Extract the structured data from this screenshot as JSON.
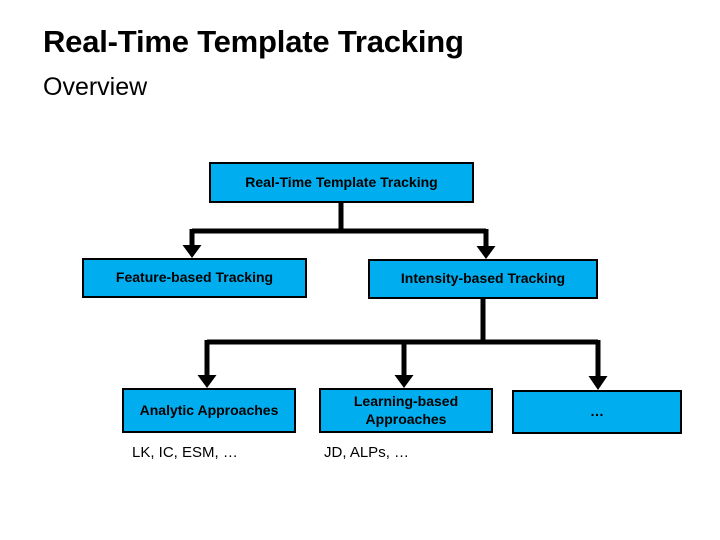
{
  "slide": {
    "title": "Real-Time Template Tracking",
    "subtitle": "Overview"
  },
  "diagram": {
    "nodes": {
      "root": {
        "label": "Real-Time Template Tracking"
      },
      "feature": {
        "label": "Feature-based Tracking"
      },
      "intensity": {
        "label": "Intensity-based Tracking"
      },
      "analytic": {
        "label": "Analytic Approaches",
        "note": "LK, IC, ESM, …"
      },
      "learning": {
        "label": "Learning-based Approaches",
        "note": "JD, ALPs, …"
      },
      "other": {
        "label": "…"
      }
    },
    "colors": {
      "node_fill": "#00AEEF",
      "node_border": "#000000",
      "connector": "#000000",
      "text": "#000000"
    }
  }
}
